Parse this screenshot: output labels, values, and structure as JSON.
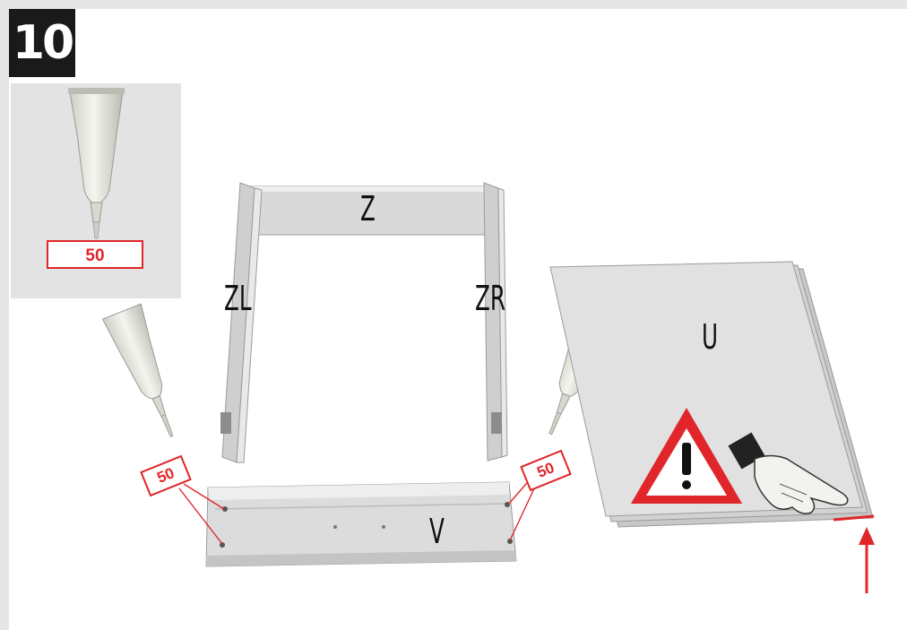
{
  "step": {
    "number": "10"
  },
  "glue_panel": {
    "quantity_label": "50"
  },
  "parts": {
    "back_panel": "Z",
    "left_side": "ZL",
    "right_side": "ZR",
    "front_panel": "V",
    "bottom_panel": "U"
  },
  "callouts": {
    "left_quantity": "50",
    "right_quantity": "50"
  },
  "icons": [
    "glue-tube-icon",
    "warning-triangle-icon",
    "pointing-hand-icon",
    "up-arrow-icon"
  ],
  "colors": {
    "accent": "#e0262a",
    "badge": "#1a1a1a",
    "panel": "#e3e3e3",
    "part": "#d6d6d6"
  }
}
